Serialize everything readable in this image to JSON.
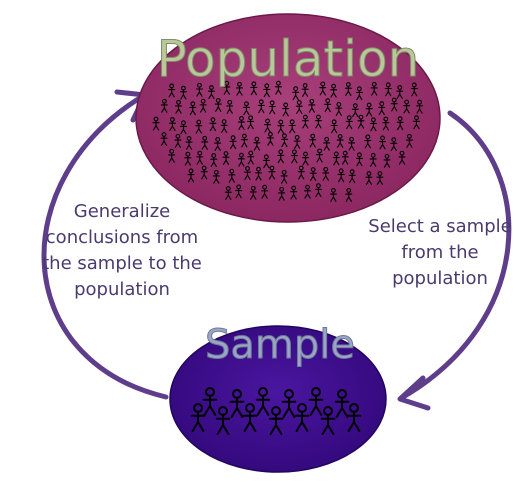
{
  "top_node": {
    "label": "Population",
    "fill": "#9b2f6e",
    "text_color": "#b9c79a"
  },
  "bottom_node": {
    "label": "Sample",
    "fill": "#3a0a86",
    "text_color": "#9aa6c4"
  },
  "left_arrow_label": "Generalize\nconclusions from\nthe sample to the\npopulation",
  "right_arrow_label": "Select a sample\nfrom the\npopulation",
  "colors": {
    "arrow": "#5e3d8a",
    "stick_figure": "#000000",
    "caption_text": "#4a3a6e"
  }
}
